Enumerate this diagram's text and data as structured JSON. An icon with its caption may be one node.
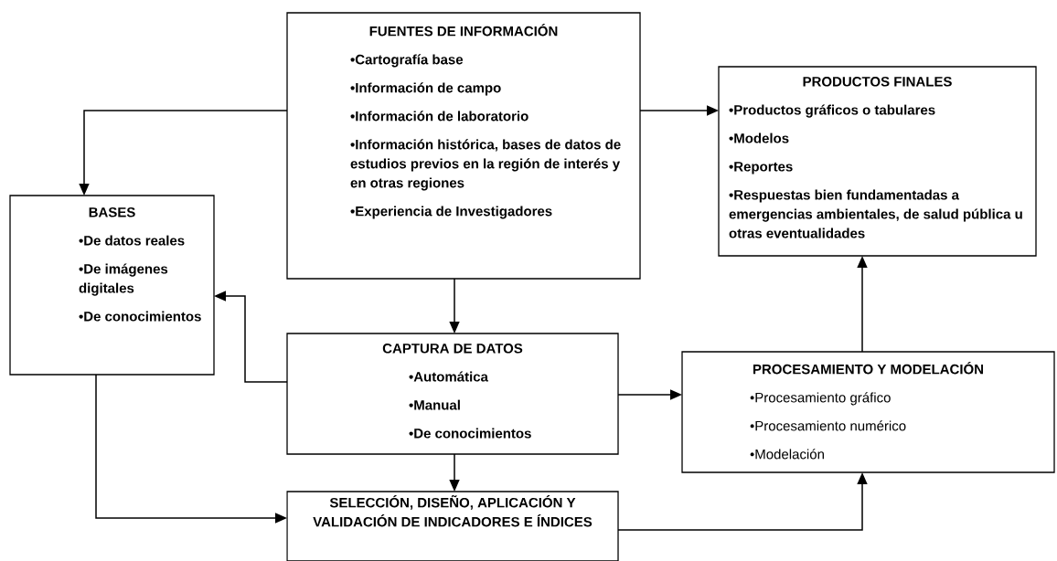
{
  "diagram": {
    "nodes": [
      {
        "text": [
          "FUENTES DE INFORMACIÓN",
          "•Cartografía base",
          "•Información de campo",
          "•Información de laboratorio",
          "•Información histórica, bases de datos de estudios previos en la región de interés y en otras regiones",
          "•Experiencia de Investigadores"
        ]
      },
      {
        "text": [
          "PRODUCTOS FINALES",
          "•Productos gráficos o tabulares",
          "•Modelos",
          "•Reportes",
          "•Respuestas bien fundamentadas a emergencias ambientales, de salud pública u otras eventualidades"
        ]
      },
      {
        "text": [
          "BASES",
          "•De datos reales",
          "•De imágenes digitales",
          "•De conocimientos"
        ]
      },
      {
        "text": [
          "CAPTURA DE DATOS",
          "•Automática",
          "•Manual",
          "•De conocimientos"
        ]
      },
      {
        "text": [
          "PROCESAMIENTO Y MODELACIÓN",
          "•Procesamiento gráfico",
          "•Procesamiento numérico",
          "•Modelación"
        ]
      },
      {
        "text": [
          "SELECCIÓN, DISEÑO, APLICACIÓN Y VALIDACIÓN DE INDICADORES E ÍNDICES"
        ]
      }
    ],
    "edges": [
      {
        "from": 0,
        "to": 2,
        "arrow": "to"
      },
      {
        "from": 0,
        "to": 1,
        "arrow": "to"
      },
      {
        "from": 0,
        "to": 3,
        "arrow": "to"
      },
      {
        "from": 3,
        "to": 2,
        "arrow": "to"
      },
      {
        "from": 3,
        "to": 4,
        "arrow": "to"
      },
      {
        "from": 3,
        "to": 5,
        "arrow": "to"
      },
      {
        "from": 2,
        "to": 5,
        "arrow": "to"
      },
      {
        "from": 5,
        "to": 4,
        "arrow": "to"
      },
      {
        "from": 4,
        "to": 1,
        "arrow": "to"
      }
    ]
  }
}
